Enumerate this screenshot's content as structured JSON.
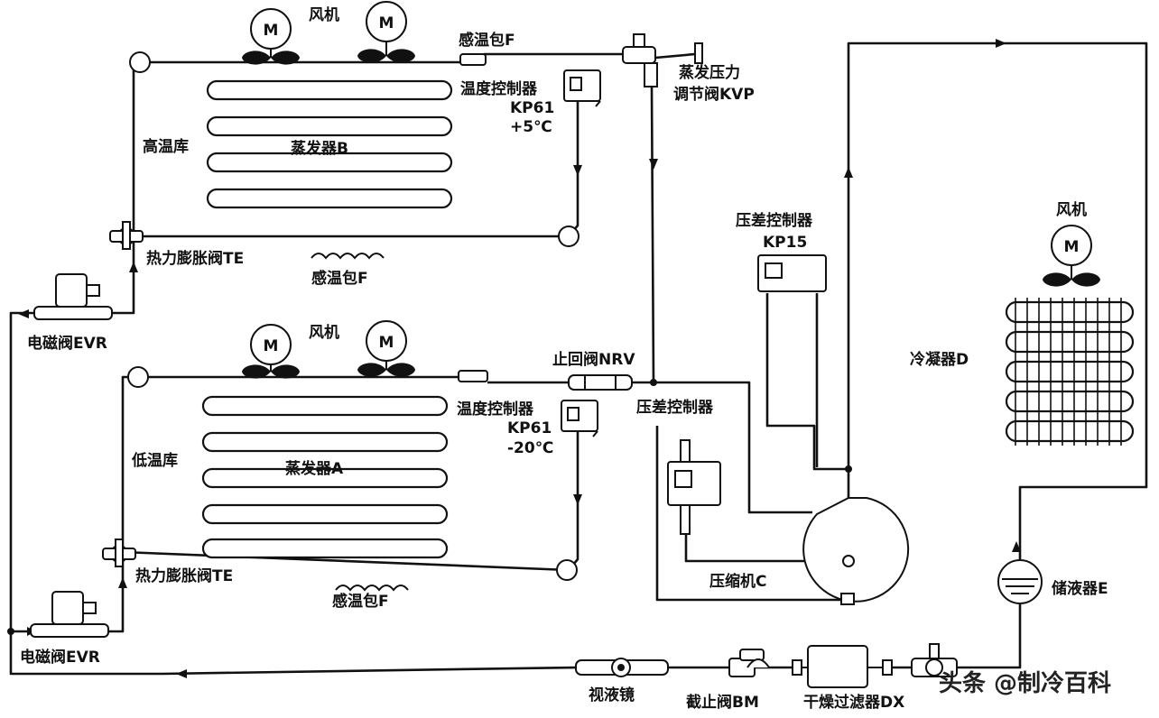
{
  "labels": {
    "fan_top": "风机",
    "fan_mid": "风机",
    "fan_right": "风机",
    "motor_letter": "M",
    "bulb_top": "感温包F",
    "bulb_b": "感温包F",
    "bulb_a": "感温包F",
    "tc_top_name": "温度控制器",
    "tc_top_model": "KP61",
    "tc_top_temp": "+5℃",
    "tc_low_name": "温度控制器",
    "tc_low_model": "KP61",
    "tc_low_temp": "-20℃",
    "kvp_line1": "蒸发压力",
    "kvp_line2": "调节阀KVP",
    "high_room": "高温库",
    "low_room": "低温库",
    "evap_b": "蒸发器B",
    "evap_a": "蒸发器A",
    "te_upper": "热力膨胀阀TE",
    "te_lower": "热力膨胀阀TE",
    "evr_upper": "电磁阀EVR",
    "evr_lower": "电磁阀EVR",
    "nrv": "止回阀NRV",
    "dp_top_name": "压差控制器",
    "dp_top_model": "KP15",
    "dp_mid_name": "压差控制器",
    "condenser": "冷凝器D",
    "compressor": "压缩机C",
    "receiver": "储液器E",
    "sight_glass": "视液镜",
    "stop_valve": "截止阀BM",
    "filter": "干燥过滤器DX",
    "watermark": "头条 @制冷百科"
  }
}
